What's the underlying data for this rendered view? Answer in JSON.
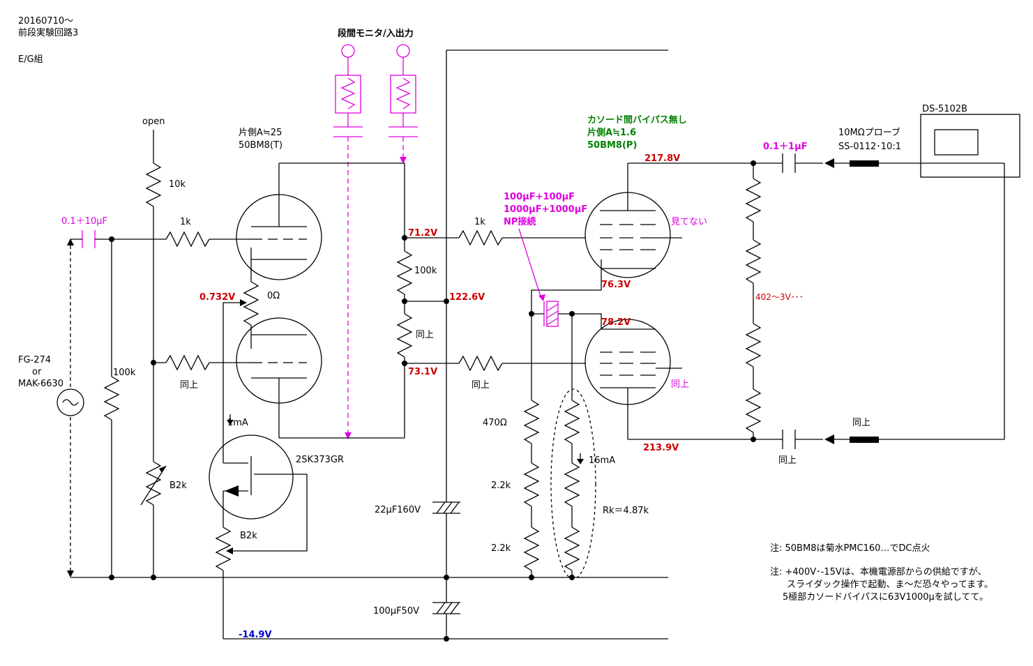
{
  "header": {
    "date": "20160710～",
    "title": "前段実験回路3",
    "subtitle": "E/G組"
  },
  "monitor": {
    "label": "段間モニタ/入出力"
  },
  "input": {
    "cap": "0.1＋10μF",
    "generator_line1": "FG-274",
    "generator_line2": "or",
    "generator_line3": "MAK-6630",
    "grid_leak": "100k"
  },
  "bias": {
    "open_label": "open",
    "r_top": "10k",
    "pot": "B2k"
  },
  "stage1": {
    "tube_gain": "片側A≒25",
    "tube_name": "50BM8(T)",
    "grid_r_top": "1k",
    "grid_r_bottom": "同上",
    "cathode_r": "0Ω",
    "cathode_v": "0.732V",
    "plate_top_v": "71.2V",
    "plate_bottom_v": "73.1V",
    "load_r_top": "100k",
    "load_r_bottom": "同上",
    "mid_v": "122.6V"
  },
  "ccs": {
    "current": "1mA",
    "fet": "2SK373GR",
    "pot": "B2k",
    "neg_v": "-14.9V"
  },
  "supply": {
    "cap_top": "22μF160V",
    "cap_bottom": "100μF50V"
  },
  "stage2": {
    "note1": "カソード間バイパス無し",
    "note2": "片側A≒1.6",
    "tube_name": "50BM8(P)",
    "plate_top_v": "217.8V",
    "plate_bottom_v": "213.9V",
    "cathode_top_v": "76.3V",
    "cathode_bottom_v": "78.2V",
    "grid_r_top": "1k",
    "grid_r_bottom": "同上",
    "g2_top": "見てない",
    "g2_bottom": "同上",
    "bypass_line1": "100μF+100μF",
    "bypass_line2": "1000μF+1000μF",
    "bypass_line3": "NP接続",
    "r_470": "470Ω",
    "r_22k_a": "2.2k",
    "r_22k_b": "2.2k",
    "current": "16mA",
    "rk": "Rk＝4.87k",
    "plate_supply": "402～3V･･･"
  },
  "output": {
    "cap_top": "0.1＋1μF",
    "cap_bottom": "同上",
    "probe_line1": "10MΩプローブ",
    "probe_line2": "SS-0112･10:1",
    "probe_bottom": "同上",
    "scope": "DS-5102B"
  },
  "notes": {
    "line1": "注: 50BM8は菊水PMC160…でDC点火",
    "line2": "注: +400V･-15Vは、本機電源部からの供給ですが、",
    "line3": "スライダック操作で起動、ま～だ恐々やってます。",
    "line4": "5極部カソードバイパスに63V1000μを試してて。"
  },
  "colors": {
    "wire": "#000000",
    "voltage": "#cc0000",
    "negative": "#0000cc",
    "monitor": "#e000e0",
    "stage2_note": "#008000"
  }
}
